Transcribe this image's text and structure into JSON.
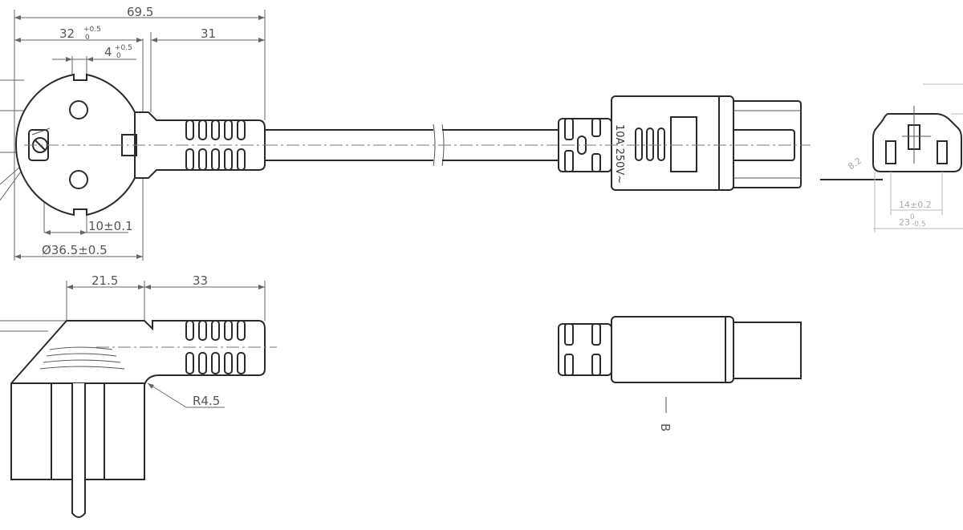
{
  "dimensions": {
    "overall_length": "69.5",
    "plug_head_length": "32",
    "plug_head_tol_upper": "+0.5",
    "plug_head_tol_lower": "0",
    "offset": "4",
    "offset_tol_upper": "+0.5",
    "offset_tol_lower": "0",
    "strain_relief_length": "31",
    "pin_spacing": "10±0.1",
    "plug_diameter": "Ø36.5±0.5",
    "side_head_length": "21.5",
    "side_relief_length": "33",
    "bend_radius": "R4.5",
    "socket_pin_spacing": "14±0.2",
    "socket_width": "23",
    "socket_width_tol_upper": "0",
    "socket_width_tol_lower": "-0.5",
    "socket_height_faint": "8.2"
  },
  "marking": "10A 250V~",
  "view_label": "B"
}
